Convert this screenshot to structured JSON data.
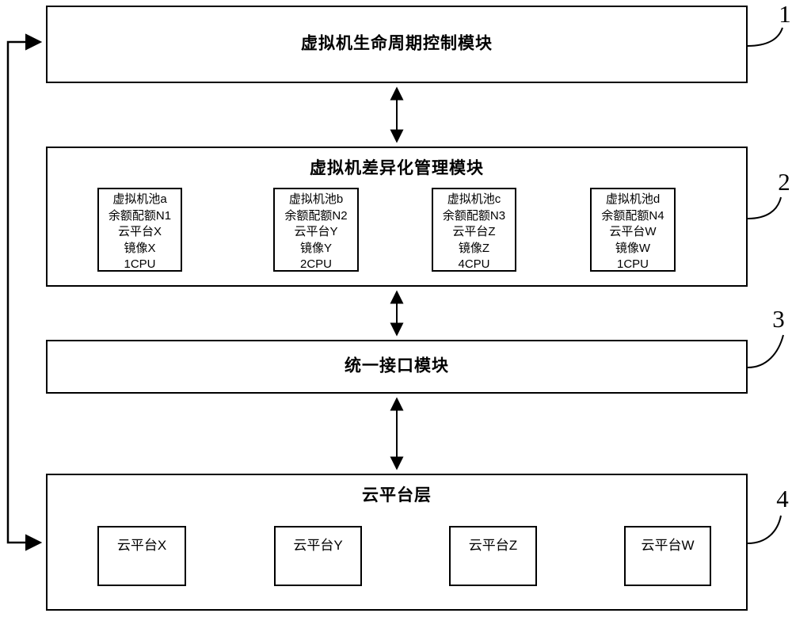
{
  "figure": {
    "background": "#ffffff",
    "line_color": "#000000"
  },
  "modules": {
    "m1": {
      "title": "虚拟机生命周期控制模块",
      "ref": "1"
    },
    "m2": {
      "title": "虚拟机差异化管理模块",
      "ref": "2",
      "pools": [
        {
          "name": "虚拟机池a",
          "quota": "余额配额N1",
          "platform": "云平台X",
          "image": "镜像X",
          "cpu": "1CPU"
        },
        {
          "name": "虚拟机池b",
          "quota": "余额配额N2",
          "platform": "云平台Y",
          "image": "镜像Y",
          "cpu": "2CPU"
        },
        {
          "name": "虚拟机池c",
          "quota": "余额配额N3",
          "platform": "云平台Z",
          "image": "镜像Z",
          "cpu": "4CPU"
        },
        {
          "name": "虚拟机池d",
          "quota": "余额配额N4",
          "platform": "云平台W",
          "image": "镜像W",
          "cpu": "1CPU"
        }
      ]
    },
    "m3": {
      "title": "统一接口模块",
      "ref": "3"
    },
    "m4": {
      "title": "云平台层",
      "ref": "4",
      "platforms": [
        {
          "label": "云平台X"
        },
        {
          "label": "云平台Y"
        },
        {
          "label": "云平台Z"
        },
        {
          "label": "云平台W"
        }
      ]
    }
  }
}
